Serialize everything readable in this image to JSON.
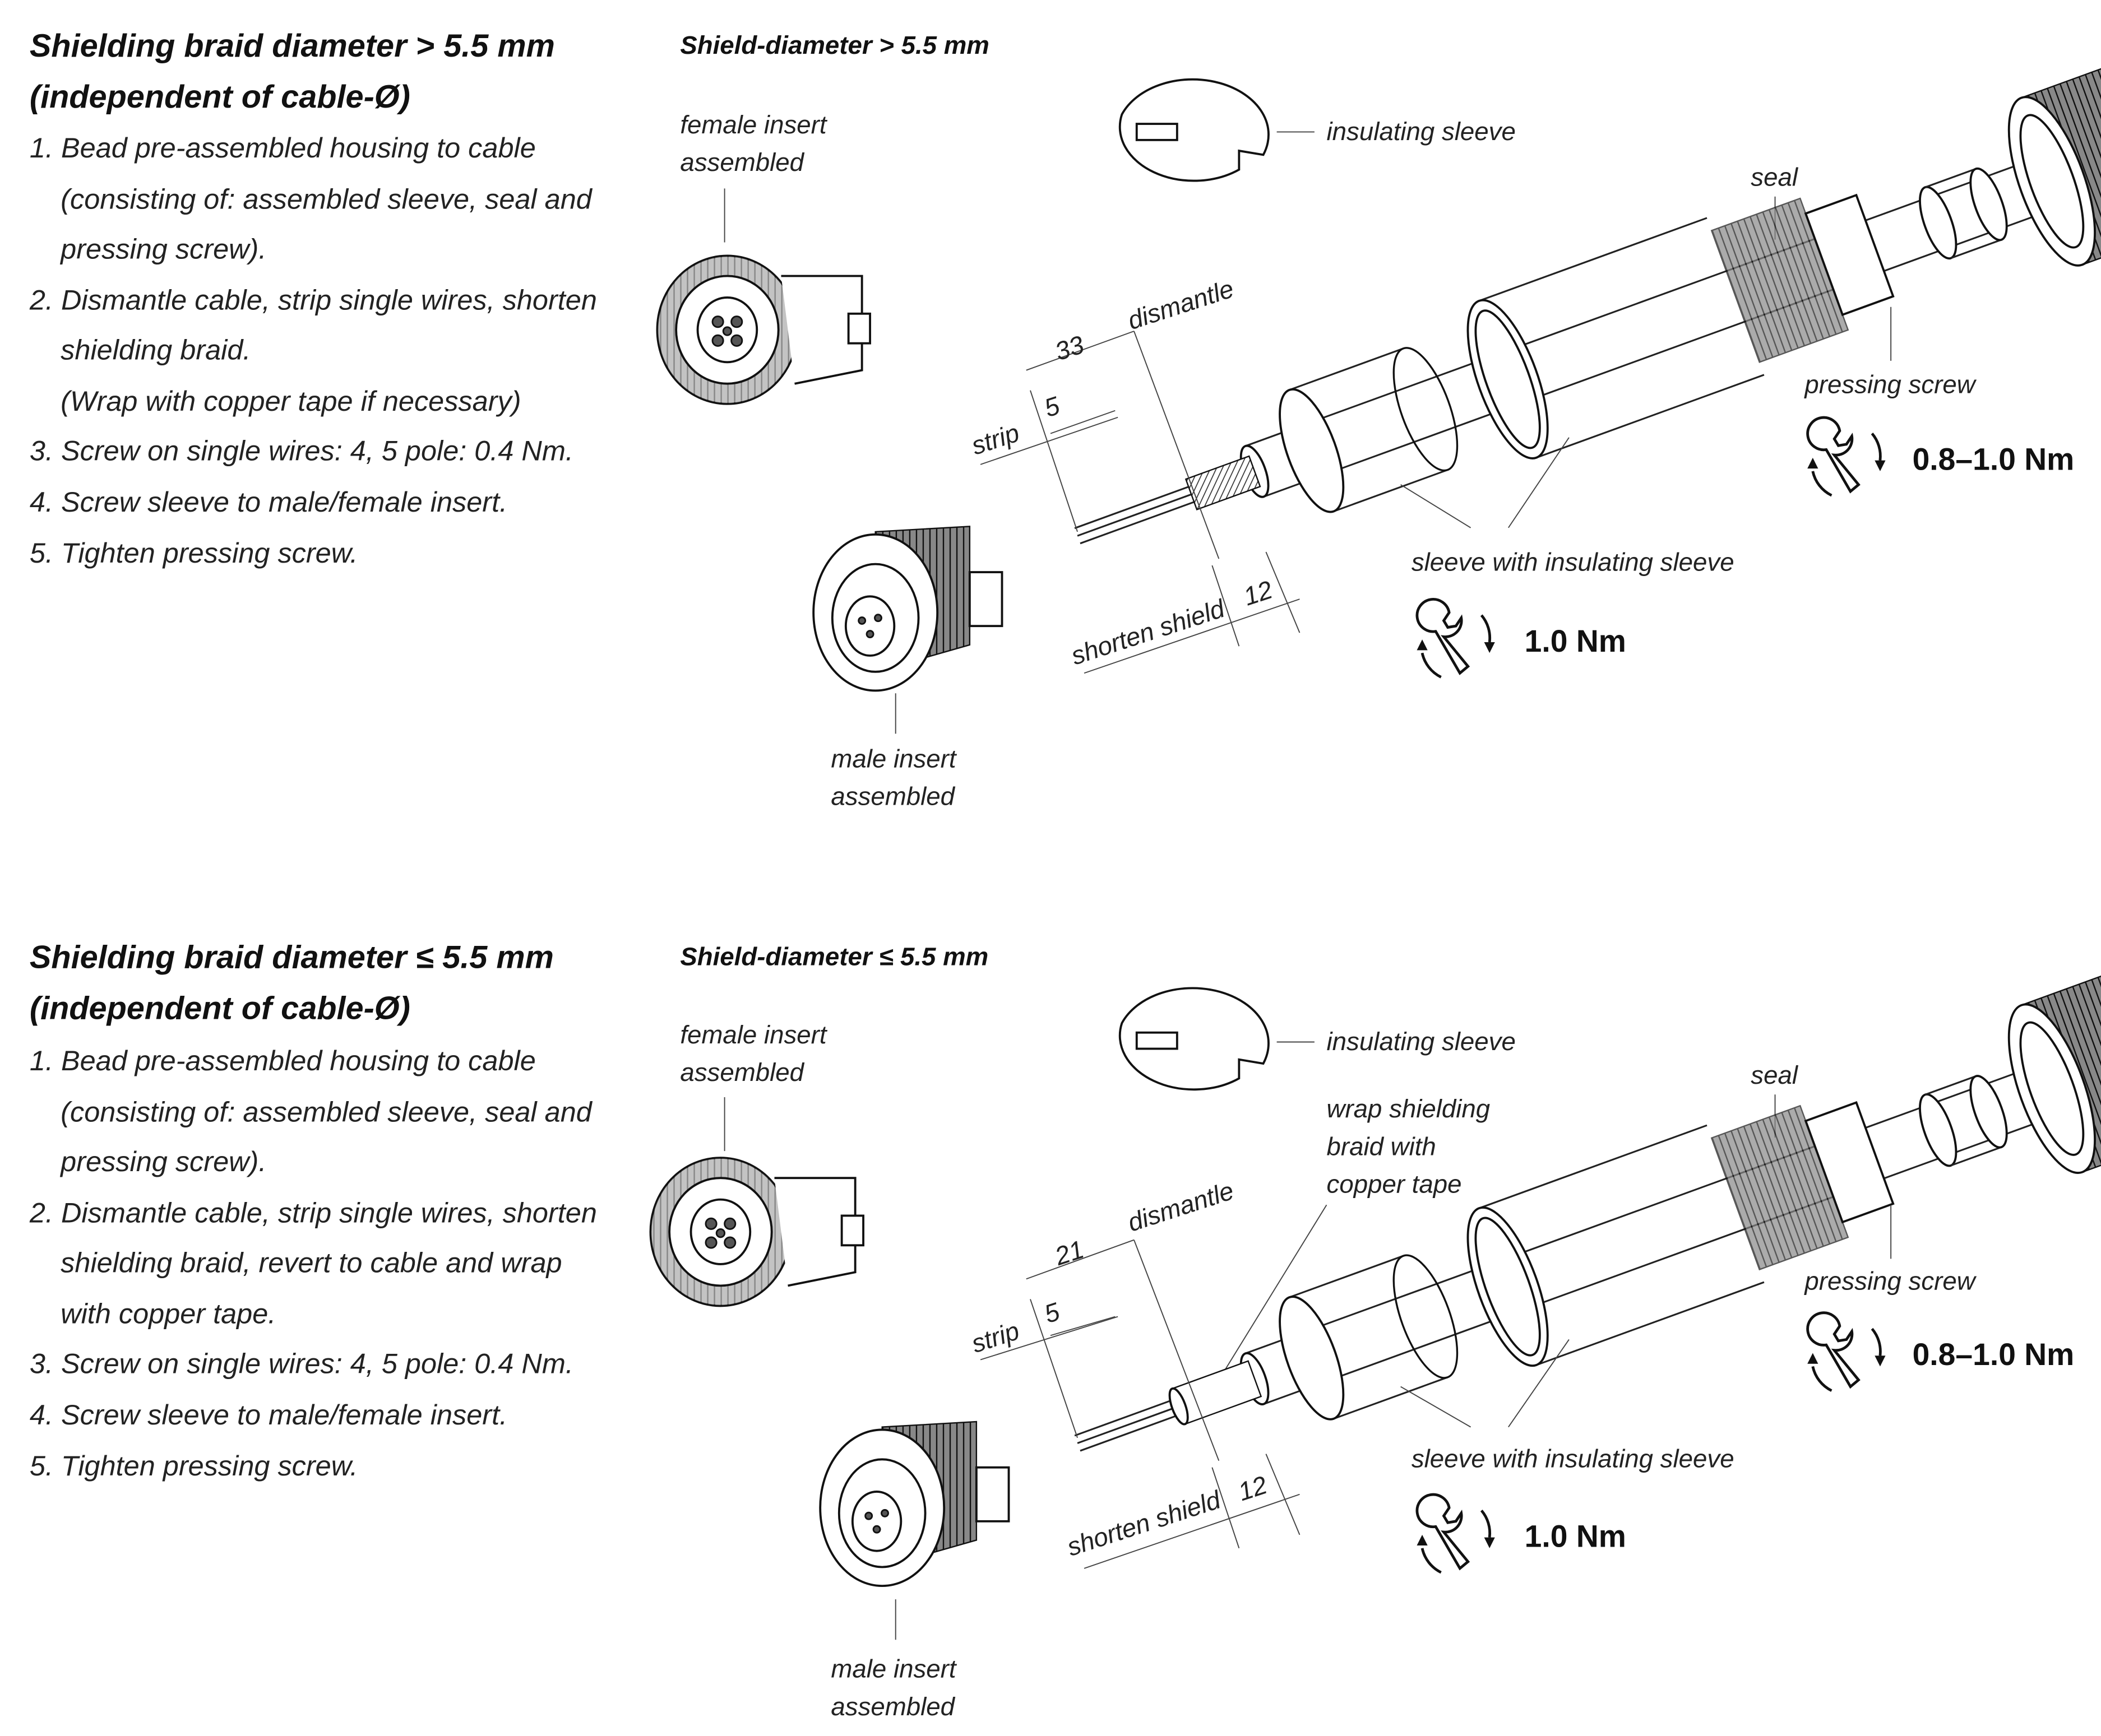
{
  "sections": [
    {
      "heading_line1": "Shielding braid diameter  > 5.5 mm",
      "heading_line2": "(independent of cable-Ø)",
      "steps": [
        "1.  Bead pre-assembled housing to cable",
        "(consisting of: assembled sleeve, seal and",
        "pressing screw).",
        "2.  Dismantle cable, strip single wires, shorten",
        "shielding braid.",
        "(Wrap with copper tape if necessary)",
        "3.  Screw on single wires: 4, 5 pole: 0.4 Nm.",
        "4.  Screw sleeve to male/female insert.",
        "5.  Tighten pressing screw."
      ],
      "diagram_title": "Shield-diameter > 5.5 mm",
      "labels": {
        "female_insert_1": "female insert",
        "female_insert_2": "assembled",
        "insulating_sleeve": "insulating sleeve",
        "seal": "seal",
        "dismantle": "dismantle",
        "dismantle_length": "33",
        "strip": "strip",
        "strip_length": "5",
        "shorten_shield": "shorten shield",
        "shorten_length": "12",
        "sleeve_with_insulating_sleeve": "sleeve with insulating sleeve",
        "pressing_screw": "pressing screw",
        "male_insert_1": "male insert",
        "male_insert_2": "assembled"
      },
      "torque_sleeve": "1.0 Nm",
      "torque_pressing_screw": "0.8–1.0 Nm"
    },
    {
      "heading_line1": "Shielding braid diameter  ≤ 5.5 mm",
      "heading_line2": "(independent of cable-Ø)",
      "steps": [
        "1.  Bead pre-assembled housing to cable",
        "(consisting of: assembled sleeve, seal and",
        "pressing screw).",
        "2.  Dismantle cable, strip single wires, shorten",
        "shielding braid, revert to cable and wrap",
        "with copper tape.",
        "3.  Screw on single wires: 4, 5 pole: 0.4 Nm.",
        "4.  Screw sleeve to male/female insert.",
        "5.  Tighten pressing screw."
      ],
      "diagram_title": "Shield-diameter ≤ 5.5 mm",
      "labels": {
        "female_insert_1": "female insert",
        "female_insert_2": "assembled",
        "insulating_sleeve": "insulating sleeve",
        "wrap_1": "wrap shielding",
        "wrap_2": "braid with",
        "wrap_3": "copper tape",
        "seal": "seal",
        "dismantle": "dismantle",
        "dismantle_length": "21",
        "strip": "strip",
        "strip_length": "5",
        "shorten_shield": "shorten shield",
        "shorten_length": "12",
        "sleeve_with_insulating_sleeve": "sleeve with insulating sleeve",
        "pressing_screw": "pressing screw",
        "male_insert_1": "male insert",
        "male_insert_2": "assembled"
      },
      "torque_sleeve": "1.0 Nm",
      "torque_pressing_screw": "0.8–1.0 Nm"
    }
  ]
}
